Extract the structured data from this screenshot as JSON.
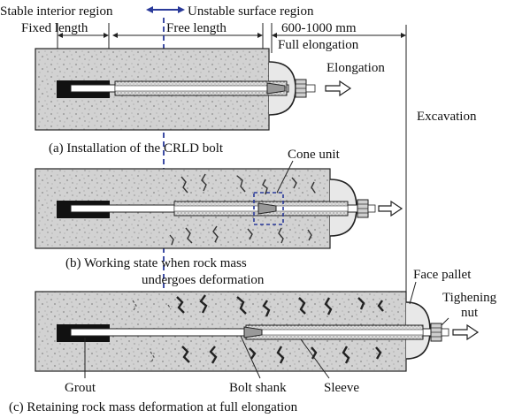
{
  "header": {
    "stable_region": "Stable interior region",
    "unstable_region": "Unstable surface region",
    "fixed_length": "Fixed length",
    "free_length": "Free length",
    "range": "600-1000 mm",
    "full_elongation": "Full elongation",
    "elongation": "Elongation"
  },
  "labels": {
    "excavation": "Excavation",
    "cone_unit": "Cone unit",
    "face_pallet": "Face pallet",
    "tightening_nut_line1": "Tighening",
    "tightening_nut_line2": "nut",
    "grout": "Grout",
    "bolt_shank": "Bolt shank",
    "sleeve": "Sleeve"
  },
  "captions": {
    "a": "(a) Installation of the CRLD bolt",
    "b_line1": "(b) Working state when rock mass",
    "b_line2": "undergoes deformation",
    "c": "(c) Retaining rock mass deformation at full elongation"
  },
  "colors": {
    "rock": "#d4d4d4",
    "outline": "#222222",
    "divider": "#2a3a9a",
    "grout": "#111111",
    "shank": "#ffffff"
  }
}
